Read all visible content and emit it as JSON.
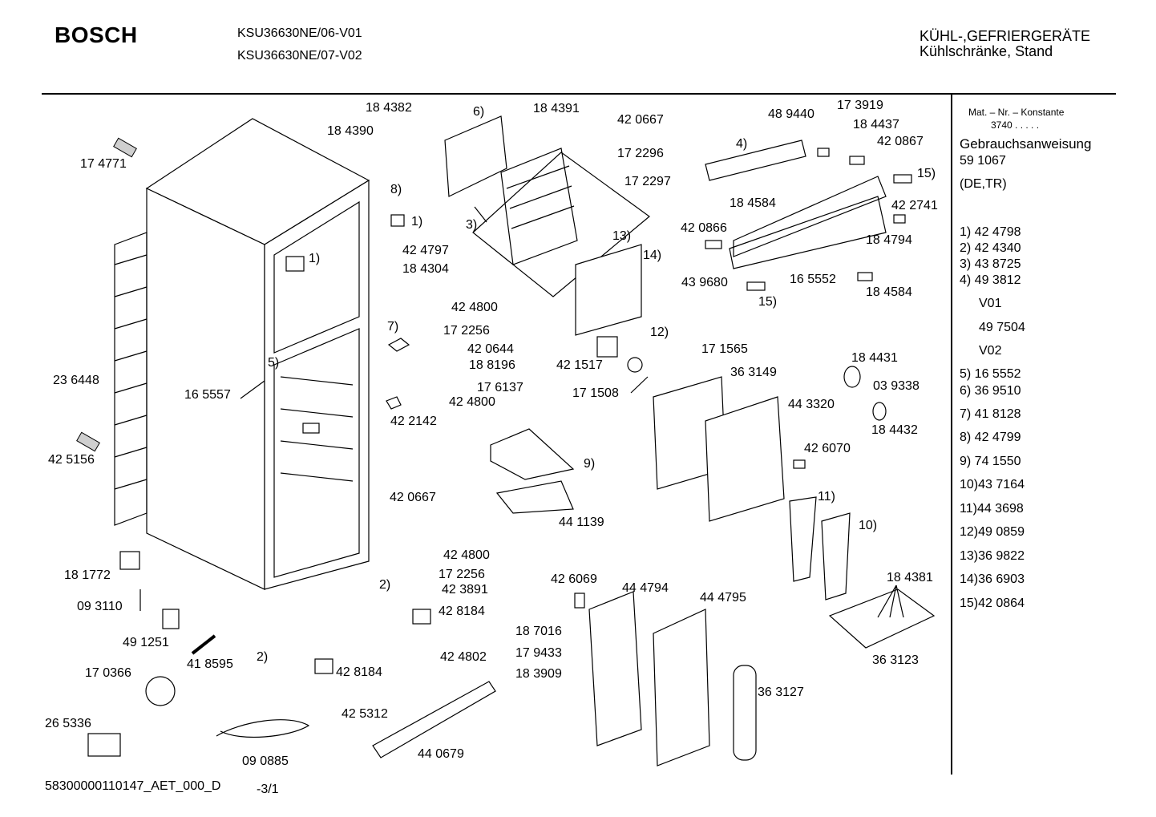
{
  "header": {
    "brand": "BOSCH",
    "models": [
      "KSU36630NE/06-V01",
      "KSU36630NE/07-V02"
    ],
    "category": [
      "KÜHL-,GEFRIERGERÄTE",
      "Kühlschränke, Stand"
    ]
  },
  "sidebar": {
    "mat_nr_label": "Mat. – Nr. – Konstante",
    "mat_nr_value": "3740  .  .  .  .  .",
    "manual_label": "Gebrauchsanweisung",
    "manual_number": "59 1067",
    "manual_lang": "(DE,TR)",
    "parts": [
      "1)  42 4798",
      "2)  42 4340",
      "3)  43 8725",
      "4)  49 3812",
      "V01",
      "49 7504",
      "V02",
      "5)  16 5552",
      "6)  36 9510",
      "7)  41 8128",
      "8)  42 4799",
      "9)  74 1550",
      "10)43 7164",
      "11)44 3698",
      "12)49 0859",
      "13)36 9822",
      "14)36 6903",
      "15)42 0864"
    ]
  },
  "callouts": [
    "17 4771",
    "23 6448",
    "42 5156",
    "16 5557",
    "18 1772",
    "09 3110",
    "49 1251",
    "41 8595",
    "17 0366",
    "26 5336",
    "09 0885",
    "18 4382",
    "18 4390",
    "6)",
    "8)",
    "1)",
    "42 4797",
    "18 4304",
    "1)",
    "5)",
    "18 4391",
    "42 0667",
    "17 2296",
    "17 2297",
    "3)",
    "13)",
    "14)",
    "42 4800",
    "17 2256",
    "7)",
    "42 0644",
    "18 8196",
    "17 6137",
    "42 4800",
    "42 2142",
    "42 1517",
    "12)",
    "17 1508",
    "17 1565",
    "36 3149",
    "9)",
    "42 0667",
    "44 1139",
    "42 4800",
    "17 2256",
    "42 3891",
    "42 8184",
    "2)",
    "42 4802",
    "2)",
    "42 8184",
    "42 5312",
    "44 0679",
    "48 9440",
    "17 3919",
    "4)",
    "18 4437",
    "42 0867",
    "15)",
    "18 4584",
    "42 0866",
    "42 2741",
    "18 4794",
    "43 9680",
    "16 5552",
    "15)",
    "18 4584",
    "18 4431",
    "03 9338",
    "44 3320",
    "18 4432",
    "42 6070",
    "11)",
    "10)",
    "18 4381",
    "36 3123",
    "42 6069",
    "44 4794",
    "44 4795",
    "18 7016",
    "17 9433",
    "18 3909",
    "36 3127"
  ],
  "footer": {
    "doc_id": "58300000110147_AET_000_D",
    "page": "-3/1"
  }
}
